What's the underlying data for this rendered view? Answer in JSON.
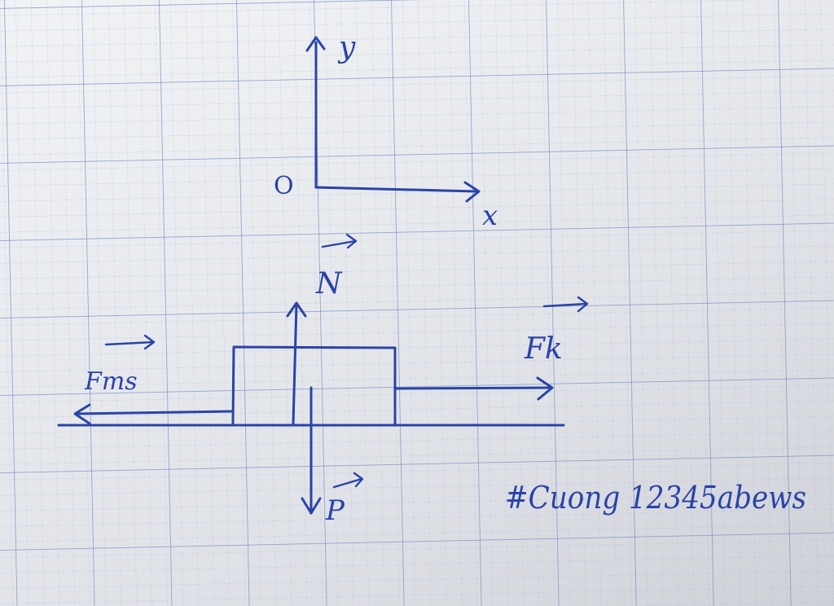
{
  "labels": {
    "y_axis": "y",
    "x_axis": "x",
    "origin": "O",
    "normal_force": "N",
    "pull_force": "Fk",
    "friction_force": "Fms",
    "weight": "P",
    "caption": "#Cuong 12345abews"
  },
  "colors": {
    "ink": "#2a43a8",
    "grid_major": "#7f97cf",
    "grid_minor": "#b4c2e2",
    "paper": "#eef0f3"
  }
}
